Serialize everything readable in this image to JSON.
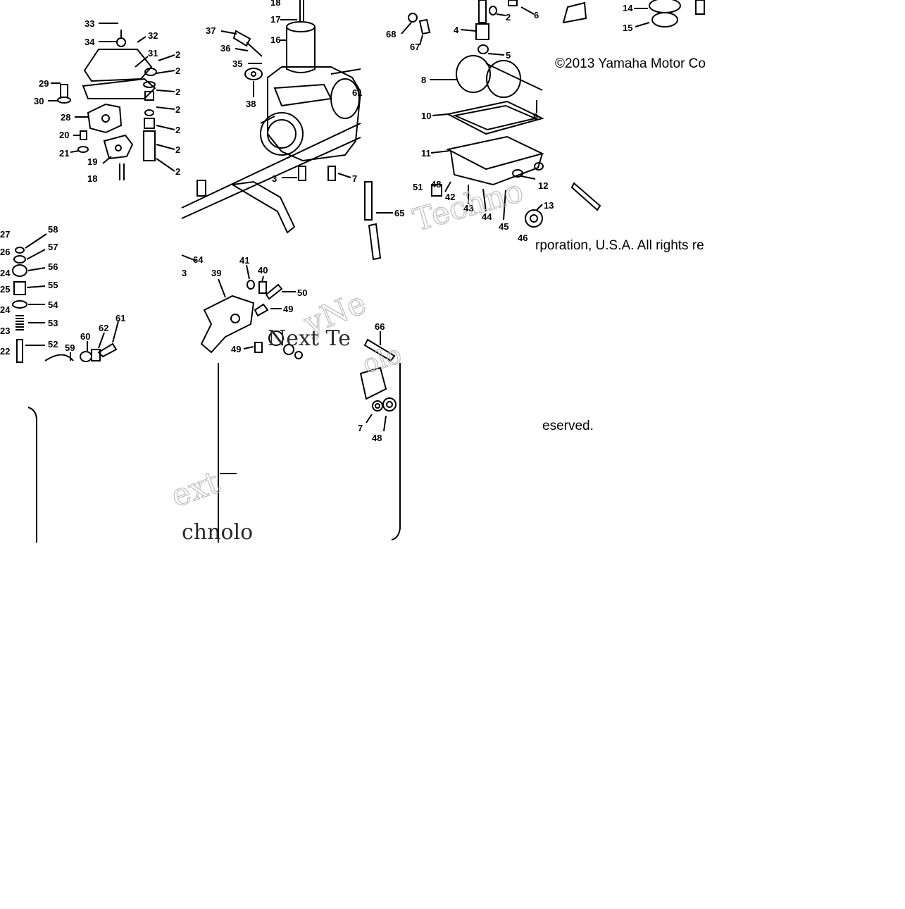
{
  "copyright_parts": [
    "©2013 Yamaha Motor Co",
    "rporation, U.S.A. All rights re",
    "eserved."
  ],
  "watermark_texts": [
    "Techno",
    "yNe",
    "Next Te",
    "olo",
    "ext",
    "chnolo"
  ],
  "colors": {
    "background": "#ffffff",
    "line": "#000000",
    "watermark": "#bdbdbd"
  },
  "callouts": {
    "quad_top_left": [
      "33",
      "34",
      "32",
      "31",
      "29",
      "30",
      "28",
      "20",
      "21",
      "19",
      "18",
      "2",
      "2",
      "2",
      "2",
      "2",
      "2",
      "2"
    ],
    "quad_top_middle": [
      "18",
      "17",
      "16",
      "37",
      "36",
      "35",
      "38",
      "61",
      "3",
      "7"
    ],
    "quad_top_right": [
      "68",
      "67",
      "4",
      "2",
      "6",
      "5",
      "8",
      "9",
      "10",
      "11",
      "12",
      "51",
      "48",
      "42",
      "43",
      "44",
      "45",
      "46",
      "13",
      "14",
      "15"
    ],
    "middle_band": [
      "65",
      "64",
      "3",
      "39",
      "41",
      "40",
      "50",
      "49",
      "49",
      "66"
    ],
    "middle_left": [
      "27",
      "26",
      "24",
      "25",
      "24",
      "23",
      "22",
      "58",
      "57",
      "56",
      "55",
      "54",
      "53",
      "52",
      "59",
      "60",
      "62",
      "61"
    ],
    "bottom_band": [
      "7",
      "48"
    ]
  }
}
